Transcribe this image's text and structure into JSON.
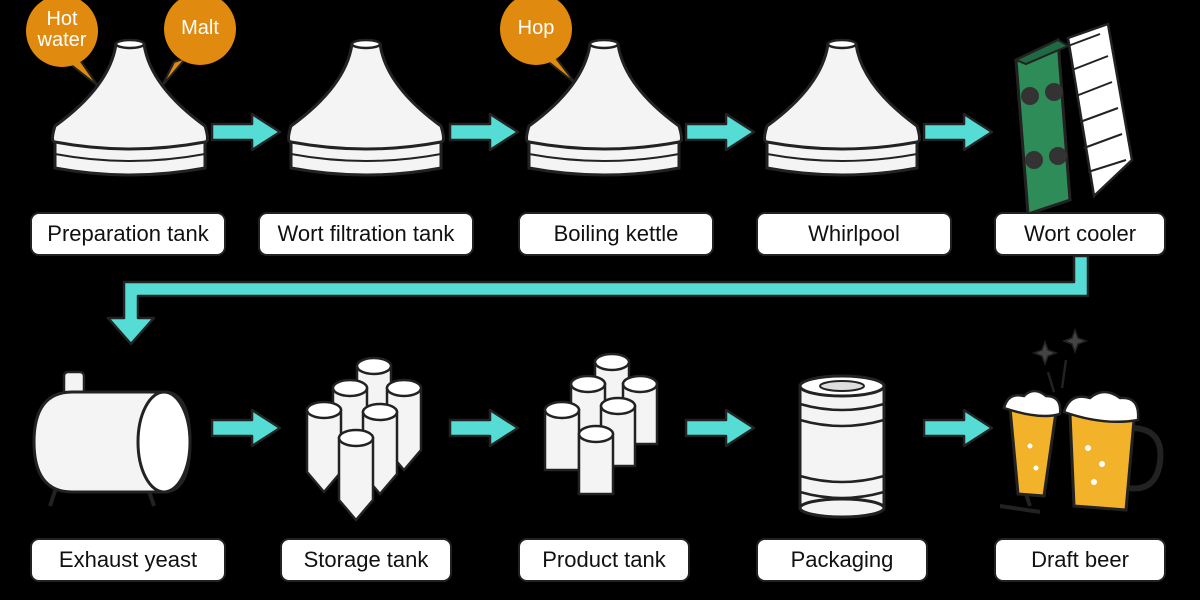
{
  "ingredients": {
    "hot_water": "Hot water",
    "malt": "Malt",
    "hop": "Hop"
  },
  "steps": [
    {
      "label": "Preparation tank",
      "icon": "preparation-tank-icon"
    },
    {
      "label": "Wort filtration tank",
      "icon": "wort-filtration-tank-icon"
    },
    {
      "label": "Boiling kettle",
      "icon": "boiling-kettle-icon"
    },
    {
      "label": "Whirlpool",
      "icon": "whirlpool-icon"
    },
    {
      "label": "Wort cooler",
      "icon": "wort-cooler-icon"
    },
    {
      "label": "Exhaust yeast",
      "icon": "exhaust-yeast-tank-icon"
    },
    {
      "label": "Storage tank",
      "icon": "storage-tank-icon"
    },
    {
      "label": "Product tank",
      "icon": "product-tank-icon"
    },
    {
      "label": "Packaging",
      "icon": "keg-icon"
    },
    {
      "label": "Draft beer",
      "icon": "beer-mugs-icon"
    }
  ],
  "colors": {
    "arrow": "#55dcd4",
    "bubble": "#e08a10",
    "cooler": "#2e8c58",
    "beer": "#f2b22a",
    "tank": "#f4f4f4",
    "outline": "#222222"
  }
}
